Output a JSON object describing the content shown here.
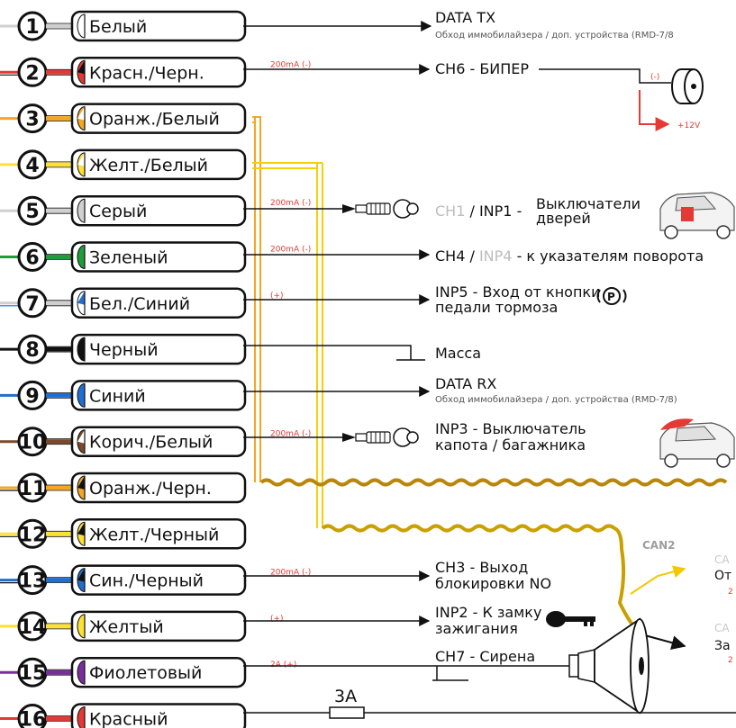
{
  "pins": [
    {
      "num": "1",
      "label": "Белый",
      "color": "#ffffff",
      "stripe": null,
      "note": "",
      "dest": "DATA TX",
      "dest_sub": "Обход иммобилайзера / доп. устройства (RMD-7/8"
    },
    {
      "num": "2",
      "label": "Красн./Черн.",
      "color": "#e53935",
      "stripe": "#111111",
      "note": "200mA (-)",
      "dest": "CH6 - БИПЕР",
      "dest_sub": ""
    },
    {
      "num": "3",
      "label": "Оранж./Белый",
      "color": "#f5a623",
      "stripe": "#ffffff",
      "note": "",
      "dest": "",
      "dest_sub": ""
    },
    {
      "num": "4",
      "label": "Желт./Белый",
      "color": "#ffe135",
      "stripe": "#ffffff",
      "note": "",
      "dest": "",
      "dest_sub": ""
    },
    {
      "num": "5",
      "label": "Серый",
      "color": "#d0d0d0",
      "stripe": null,
      "note": "200mA (-)",
      "dest": "",
      "dest_sub": ""
    },
    {
      "num": "6",
      "label": "Зеленый",
      "color": "#1e9e3a",
      "stripe": null,
      "note": "200mA (-)",
      "dest": "",
      "dest_sub": ""
    },
    {
      "num": "7",
      "label": "Бел./Синий",
      "color": "#ffffff",
      "stripe": "#1f6fd1",
      "note": "(+)",
      "dest": "",
      "dest_sub": ""
    },
    {
      "num": "8",
      "label": "Черный",
      "color": "#111111",
      "stripe": null,
      "note": "",
      "dest": "Масса",
      "dest_sub": ""
    },
    {
      "num": "9",
      "label": "Синий",
      "color": "#1f6fd1",
      "stripe": null,
      "note": "",
      "dest": "DATA RX",
      "dest_sub": "Обход иммобилайзера / доп. устройства (RMD-7/8)"
    },
    {
      "num": "10",
      "label": "Корич./Белый",
      "color": "#7b4a2a",
      "stripe": "#ffffff",
      "note": "200mA (-)",
      "dest": "",
      "dest_sub": ""
    },
    {
      "num": "11",
      "label": "Оранж./Черн.",
      "color": "#f5a623",
      "stripe": "#111111",
      "note": "",
      "dest": "",
      "dest_sub": ""
    },
    {
      "num": "12",
      "label": "Желт./Черный",
      "color": "#ffe135",
      "stripe": "#111111",
      "note": "",
      "dest": "",
      "dest_sub": ""
    },
    {
      "num": "13",
      "label": "Син./Черный",
      "color": "#1f6fd1",
      "stripe": "#111111",
      "note": "200mA (-)",
      "dest": "",
      "dest_sub": ""
    },
    {
      "num": "14",
      "label": "Желтый",
      "color": "#ffe135",
      "stripe": null,
      "note": "(+)",
      "dest": "",
      "dest_sub": ""
    },
    {
      "num": "15",
      "label": "Фиолетовый",
      "color": "#7b2d9e",
      "stripe": null,
      "note": "2A (+)",
      "dest": "CH7 - Сирена",
      "dest_sub": ""
    },
    {
      "num": "16",
      "label": "Красный",
      "color": "#e53935",
      "stripe": null,
      "note": "",
      "dest": "",
      "dest_sub": ""
    }
  ],
  "beeper": {
    "minus": "(-)",
    "plus": "+12V"
  },
  "ch1": {
    "gray": "CH1",
    "rest": "/ INP1 -",
    "line1": "Выключатели",
    "line2": "дверей"
  },
  "ch4": {
    "pre": "CH4  /",
    "gray": "INP4",
    "rest": "- к указателям поворота"
  },
  "inp5": {
    "line1": "INP5 - Вход от кнопки",
    "line2": "педали тормоза",
    "icon": "brake-p-icon"
  },
  "inp3": {
    "line1": "INP3 - Выключатель",
    "line2": "капота / багажника"
  },
  "ch3": {
    "line1": "CH3 - Выход",
    "line2": "блокировки NO"
  },
  "inp2": {
    "line1": "INP2 - К замку",
    "line2": "зажигания"
  },
  "fuse": "3A",
  "can": {
    "label": "CAN2",
    "out_top_gray": "CA",
    "out_top": "От",
    "out_top_small": "2",
    "out_bot_gray": "CA",
    "out_bot": "За",
    "out_bot_small": "2"
  }
}
